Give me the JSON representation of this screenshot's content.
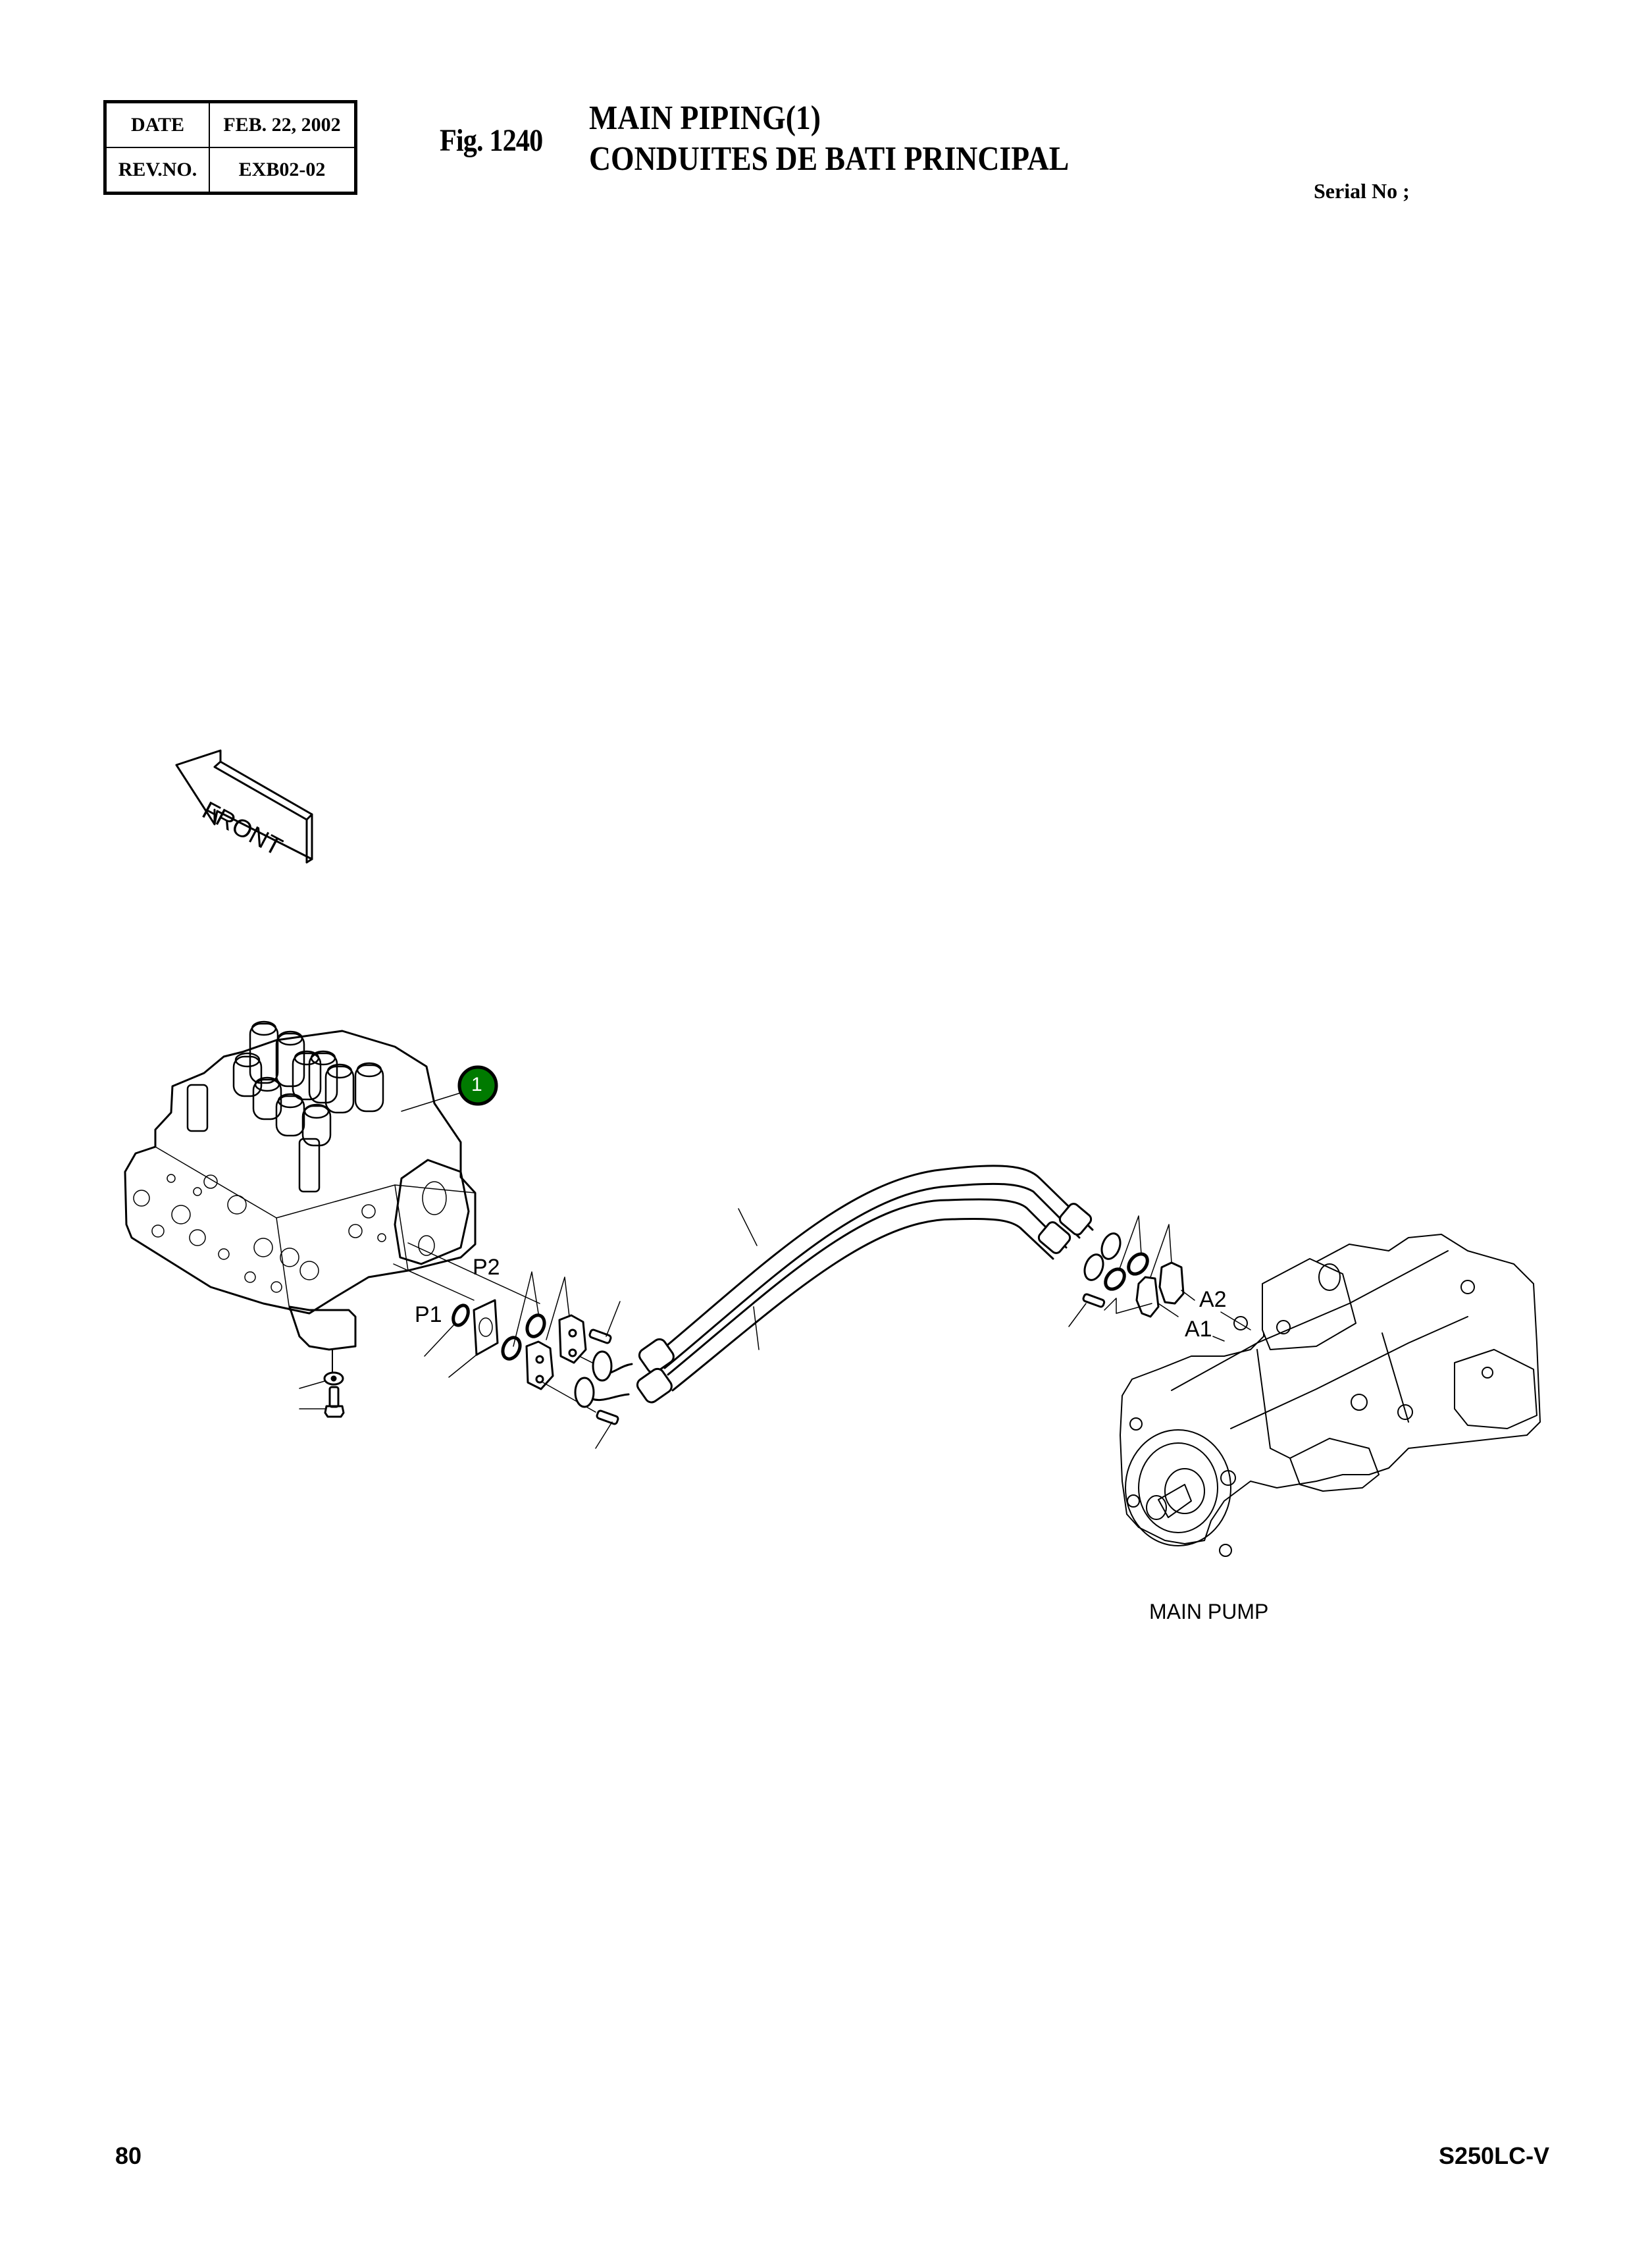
{
  "header": {
    "revision_table": {
      "rows": [
        {
          "label": "DATE",
          "value": "FEB. 22, 2002"
        },
        {
          "label": "REV.NO.",
          "value": "EXB02-02"
        }
      ]
    },
    "figure_number": "Fig. 1240",
    "title_en": "MAIN PIPING(1)",
    "title_fr": "CONDUITES DE BATI PRINCIPAL",
    "serial_label": "Serial No ;"
  },
  "diagram": {
    "direction_arrow": {
      "label": "FRONT",
      "icon": "front-arrow-icon"
    },
    "callouts": [
      {
        "number": "1",
        "fill": "#007a00",
        "text_color": "#ffffff",
        "target": "main control valve"
      }
    ],
    "port_labels": [
      "P1",
      "P2",
      "A1",
      "A2"
    ],
    "component_labels": [
      "MAIN PUMP"
    ],
    "components": [
      "main-control-valve",
      "o-ring",
      "blank-flange-plate",
      "split-flange",
      "socket-head-bolt",
      "hydraulic-hose",
      "washer",
      "hex-bolt",
      "main-pump"
    ],
    "colors": {
      "line": "#000000",
      "background": "#ffffff",
      "callout": "#007a00"
    }
  },
  "footer": {
    "page_number": "80",
    "model": "S250LC-V"
  }
}
